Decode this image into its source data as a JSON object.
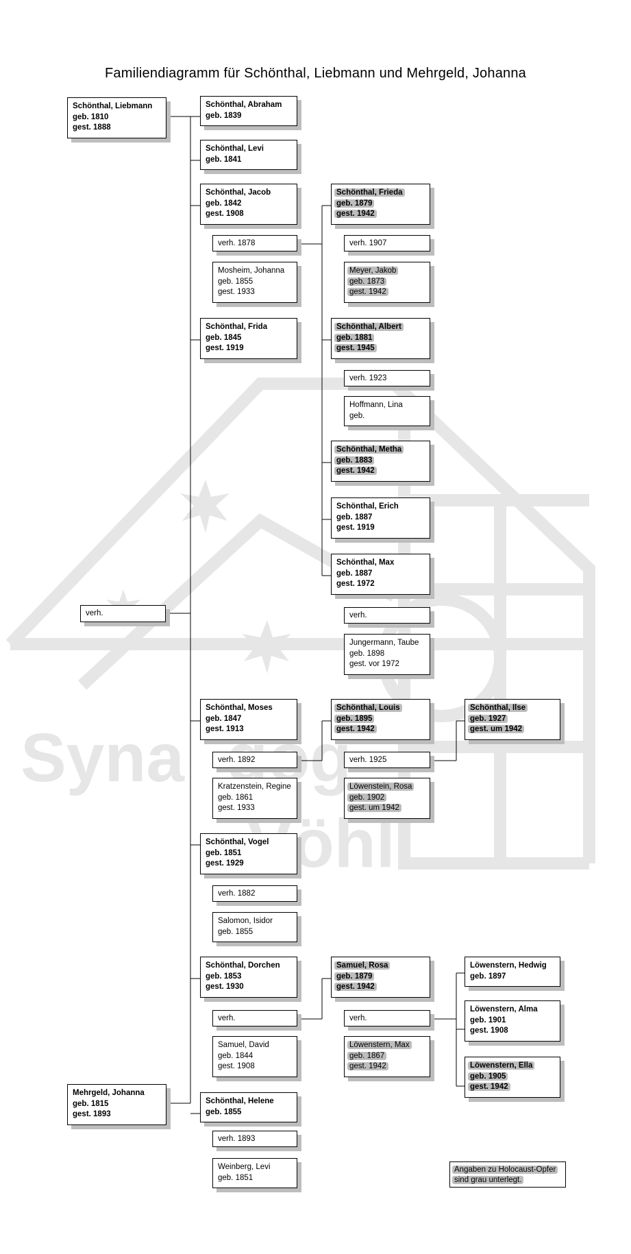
{
  "title": "Familiendiagramm für Schönthal, Liebmann und Mehrgeld, Johanna",
  "watermark_text": [
    "Syna",
    "gog",
    "Vöhl"
  ],
  "colors": {
    "shadow": "#bdbdbd",
    "highlight": "#bdbdbd",
    "line": "#000000",
    "watermark": "#e6e6e6"
  },
  "boxes": {
    "liebmann": [
      "Schönthal, Liebmann",
      "geb. 1810",
      "gest. 1888"
    ],
    "johanna_m": [
      "Mehrgeld, Johanna",
      "geb. 1815",
      "gest. 1893"
    ],
    "verh_parents": [
      "verh."
    ],
    "abraham": [
      "Schönthal, Abraham",
      "geb. 1839"
    ],
    "levi": [
      "Schönthal, Levi",
      "geb. 1841"
    ],
    "jacob": [
      "Schönthal, Jacob",
      "geb. 1842",
      "gest. 1908"
    ],
    "jacob_verh": [
      "verh. 1878"
    ],
    "jacob_sp": [
      "Mosheim, Johanna",
      "geb. 1855",
      "gest. 1933"
    ],
    "frida": [
      "Schönthal, Frida",
      "geb. 1845",
      "gest. 1919"
    ],
    "frieda": [
      "Schönthal, Frieda",
      "geb. 1879",
      "gest. 1942"
    ],
    "frieda_verh": [
      "verh. 1907"
    ],
    "frieda_sp": [
      "Meyer, Jakob",
      "geb. 1873",
      "gest. 1942"
    ],
    "albert": [
      "Schönthal, Albert",
      "geb. 1881",
      "gest. 1945"
    ],
    "albert_verh": [
      "verh. 1923"
    ],
    "albert_sp": [
      "Hoffmann, Lina",
      "geb."
    ],
    "metha": [
      "Schönthal, Metha",
      "geb. 1883",
      "gest. 1942"
    ],
    "erich": [
      "Schönthal, Erich",
      "geb. 1887",
      "gest. 1919"
    ],
    "max": [
      "Schönthal, Max",
      "geb. 1887",
      "gest. 1972"
    ],
    "max_verh": [
      "verh."
    ],
    "max_sp": [
      "Jungermann, Taube",
      "geb. 1898",
      "gest. vor 1972"
    ],
    "moses": [
      "Schönthal, Moses",
      "geb. 1847",
      "gest. 1913"
    ],
    "moses_verh": [
      "verh. 1892"
    ],
    "moses_sp": [
      "Kratzenstein, Regine",
      "geb. 1861",
      "gest. 1933"
    ],
    "louis": [
      "Schönthal, Louis",
      "geb. 1895",
      "gest. 1942"
    ],
    "louis_verh": [
      "verh. 1925"
    ],
    "louis_sp": [
      "Löwenstein, Rosa",
      "geb. 1902",
      "gest. um 1942"
    ],
    "ilse": [
      "Schönthal, Ilse",
      "geb. 1927",
      "gest. um 1942"
    ],
    "vogel": [
      "Schönthal, Vogel",
      "geb. 1851",
      "gest. 1929"
    ],
    "vogel_verh": [
      "verh. 1882"
    ],
    "vogel_sp": [
      "Salomon, Isidor",
      "geb. 1855"
    ],
    "dorchen": [
      "Schönthal, Dorchen",
      "geb. 1853",
      "gest. 1930"
    ],
    "dorchen_verh": [
      "verh."
    ],
    "dorchen_sp": [
      "Samuel, David",
      "geb. 1844",
      "gest. 1908"
    ],
    "rosa": [
      "Samuel, Rosa",
      "geb. 1879",
      "gest. 1942"
    ],
    "rosa_verh": [
      "verh."
    ],
    "rosa_sp": [
      "Löwenstern, Max",
      "geb. 1867",
      "gest. 1942"
    ],
    "hedwig": [
      "Löwenstern, Hedwig",
      "geb. 1897"
    ],
    "alma": [
      "Löwenstern, Alma",
      "geb. 1901",
      "gest. 1908"
    ],
    "ella": [
      "Löwenstern, Ella",
      "geb. 1905",
      "gest. 1942"
    ],
    "helene": [
      "Schönthal, Helene",
      "geb. 1855"
    ],
    "helene_verh": [
      "verh. 1893"
    ],
    "helene_sp": [
      "Weinberg, Levi",
      "geb. 1851"
    ]
  },
  "note": [
    "Angaben zu Holocaust-Opfer",
    "sind grau unterlegt."
  ]
}
